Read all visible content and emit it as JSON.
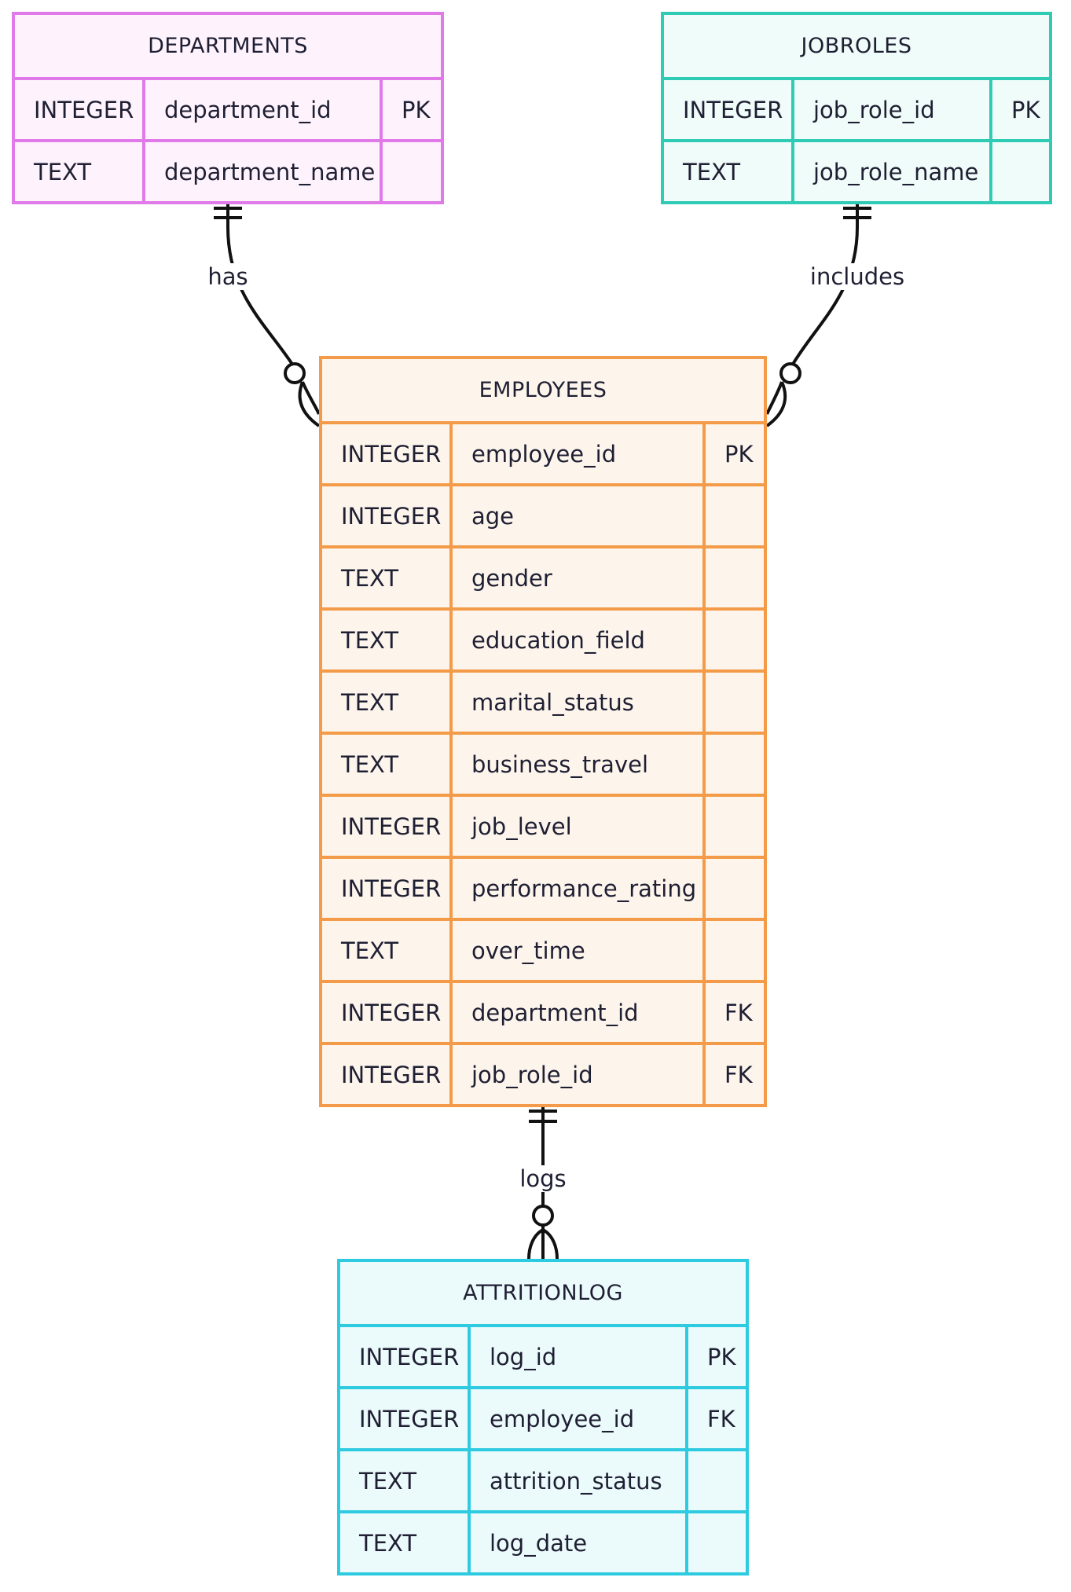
{
  "colors": {
    "departments": {
      "border": "#e07ae8",
      "fill": "#fef3fd"
    },
    "jobroles": {
      "border": "#2fcbb5",
      "fill": "#effcf9"
    },
    "employees": {
      "border": "#f39b48",
      "fill": "#fdf5ec"
    },
    "attritionlog": {
      "border": "#2ecbe0",
      "fill": "#ebfbfc"
    },
    "line": "#111111",
    "text": "#1f1f33"
  },
  "entities": {
    "departments": {
      "name": "DEPARTMENTS",
      "attributes": [
        {
          "type": "INTEGER",
          "name": "department_id",
          "key": "PK"
        },
        {
          "type": "TEXT",
          "name": "department_name",
          "key": ""
        }
      ]
    },
    "jobroles": {
      "name": "JOBROLES",
      "attributes": [
        {
          "type": "INTEGER",
          "name": "job_role_id",
          "key": "PK"
        },
        {
          "type": "TEXT",
          "name": "job_role_name",
          "key": ""
        }
      ]
    },
    "employees": {
      "name": "EMPLOYEES",
      "attributes": [
        {
          "type": "INTEGER",
          "name": "employee_id",
          "key": "PK"
        },
        {
          "type": "INTEGER",
          "name": "age",
          "key": ""
        },
        {
          "type": "TEXT",
          "name": "gender",
          "key": ""
        },
        {
          "type": "TEXT",
          "name": "education_field",
          "key": ""
        },
        {
          "type": "TEXT",
          "name": "marital_status",
          "key": ""
        },
        {
          "type": "TEXT",
          "name": "business_travel",
          "key": ""
        },
        {
          "type": "INTEGER",
          "name": "job_level",
          "key": ""
        },
        {
          "type": "INTEGER",
          "name": "performance_rating",
          "key": ""
        },
        {
          "type": "TEXT",
          "name": "over_time",
          "key": ""
        },
        {
          "type": "INTEGER",
          "name": "department_id",
          "key": "FK"
        },
        {
          "type": "INTEGER",
          "name": "job_role_id",
          "key": "FK"
        }
      ]
    },
    "attritionlog": {
      "name": "ATTRITIONLOG",
      "attributes": [
        {
          "type": "INTEGER",
          "name": "log_id",
          "key": "PK"
        },
        {
          "type": "INTEGER",
          "name": "employee_id",
          "key": "FK"
        },
        {
          "type": "TEXT",
          "name": "attrition_status",
          "key": ""
        },
        {
          "type": "TEXT",
          "name": "log_date",
          "key": ""
        }
      ]
    }
  },
  "relationships": [
    {
      "from": "DEPARTMENTS",
      "to": "EMPLOYEES",
      "label": "has",
      "from_cardinality": "exactly-one",
      "to_cardinality": "zero-or-many"
    },
    {
      "from": "JOBROLES",
      "to": "EMPLOYEES",
      "label": "includes",
      "from_cardinality": "exactly-one",
      "to_cardinality": "zero-or-many"
    },
    {
      "from": "EMPLOYEES",
      "to": "ATTRITIONLOG",
      "label": "logs",
      "from_cardinality": "exactly-one",
      "to_cardinality": "zero-or-many"
    }
  ]
}
